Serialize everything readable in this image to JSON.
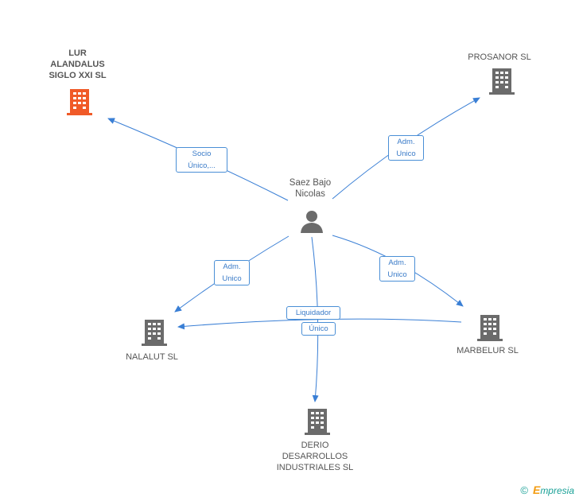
{
  "person": {
    "name_line1": "Saez Bajo",
    "name_line2": "Nicolas"
  },
  "companies": {
    "lur": {
      "line1": "LUR",
      "line2": "ALANDALUS",
      "line3": "SIGLO XXI SL"
    },
    "prosanor": {
      "line1": "PROSANOR SL"
    },
    "nalalut": {
      "line1": "NALALUT SL"
    },
    "marbelur": {
      "line1": "MARBELUR SL"
    },
    "derio": {
      "line1": "DERIO",
      "line2": "DESARROLLOS",
      "line3": "INDUSTRIALES SL"
    }
  },
  "edges": {
    "lur": {
      "line1": "Socio",
      "line2": "Único,..."
    },
    "prosanor": {
      "line1": "Adm.",
      "line2": "Unico"
    },
    "nalalut": {
      "line1": "Adm.",
      "line2": "Unico"
    },
    "marbelur": {
      "line1": "Adm.",
      "line2": "Unico"
    },
    "derio_a": {
      "line1": "Liquidador"
    },
    "derio_b": {
      "line1": "Único"
    }
  },
  "footer": {
    "copyright": "©",
    "brand_initial": "E",
    "brand_rest": "mpresia"
  },
  "colors": {
    "edge": "#3a7fd5",
    "building": "#6b6b6b",
    "highlight": "#f05a28"
  }
}
